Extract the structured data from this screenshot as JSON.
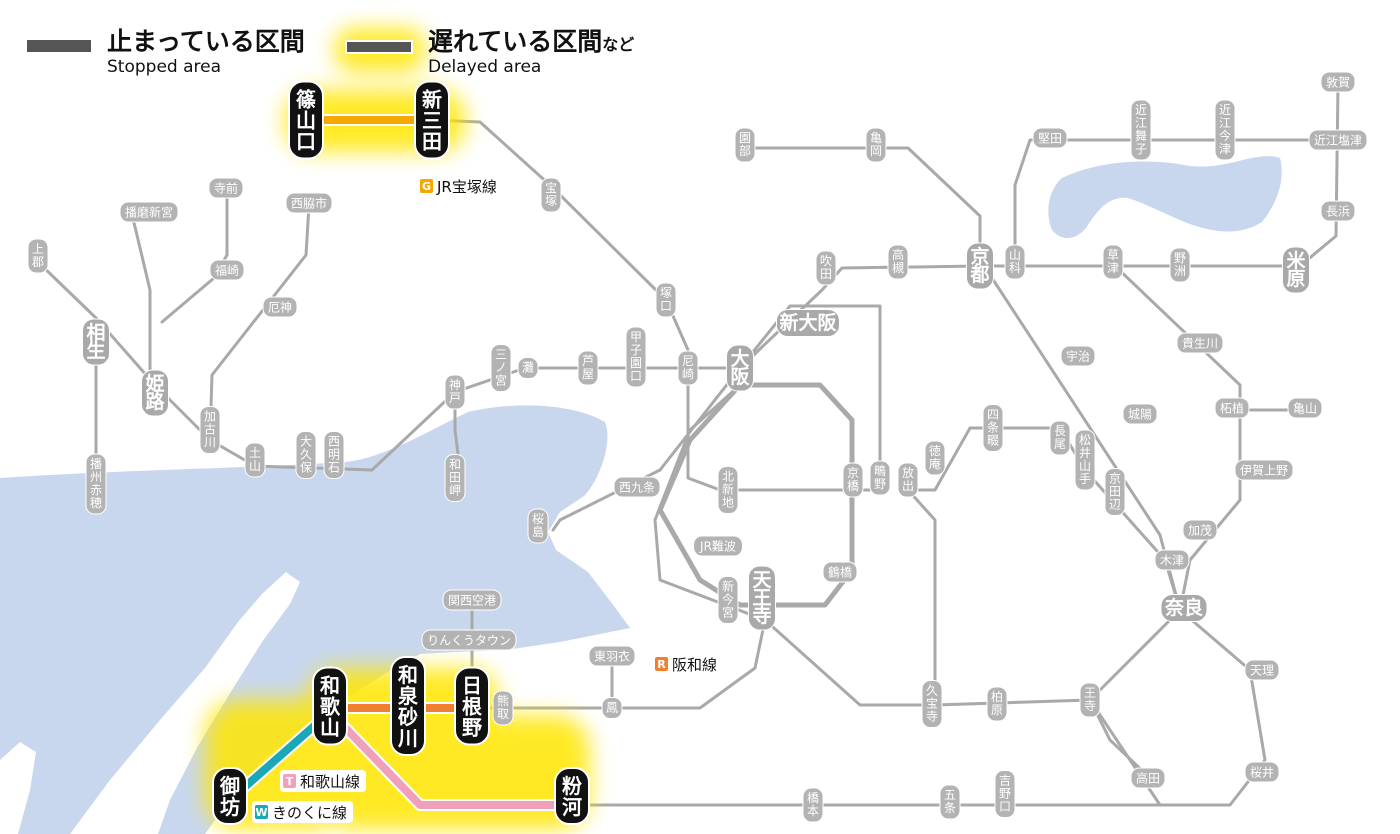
{
  "legend": {
    "stopped_title": "止まっている区間",
    "stopped_sub": "Stopped area",
    "delayed_title": "遅れている区間",
    "delayed_suffix": "など",
    "delayed_sub": "Delayed area"
  },
  "lines": [
    {
      "code": "G",
      "name": "JR宝塚線",
      "badge_color": "#f5a800"
    },
    {
      "code": "R",
      "name": "阪和線",
      "badge_color": "#f08030"
    },
    {
      "code": "T",
      "name": "和歌山線",
      "badge_color": "#f0a0b8"
    },
    {
      "code": "W",
      "name": "きのくに線",
      "badge_color": "#1aa8b8"
    }
  ],
  "highlighted_stations": [
    "篠山口",
    "新三田",
    "和歌山",
    "和泉砂川",
    "日根野",
    "御坊",
    "粉河"
  ],
  "stations": {
    "ueno": "上郡",
    "aioi": "相生",
    "harima_ako": "播州赤穂",
    "himeji": "姫路",
    "kakogawa": "加古川",
    "dobayama": "土山",
    "ookubo": "大久保",
    "nishiakashi": "西明石",
    "kobe": "神戸",
    "wadamisaki": "和田岬",
    "sannomiya": "三ノ宮",
    "nada": "灘",
    "ashiya": "芦屋",
    "koshienguchi": "甲子園口",
    "amagasaki": "尼崎",
    "osaka": "大阪",
    "tsukaguchi": "塚口",
    "takarazuka": "宝塚",
    "shinosaka": "新大阪",
    "suita": "吹田",
    "takatsuki": "高槻",
    "kyoto": "京都",
    "sonobe": "園部",
    "kameoka": "亀岡",
    "yamashina": "山科",
    "katata": "堅田",
    "omimaiko": "近江舞子",
    "omiimazu": "近江今津",
    "tsuruga": "敦賀",
    "omishiotsu": "近江塩津",
    "nagahama": "長浜",
    "maibara": "米原",
    "kusatsu": "草津",
    "yasu": "野洲",
    "kibukawa": "貴生川",
    "tsuge": "柘植",
    "kameyama": "亀山",
    "igaueno": "伊賀上野",
    "kamo": "加茂",
    "kizu": "木津",
    "nara": "奈良",
    "tenri": "天理",
    "sakurai": "桜井",
    "takada": "高田",
    "oji": "王寺",
    "kashiwara": "柏原",
    "kyuhoji": "久宝寺",
    "tennoji": "天王寺",
    "shinimamiya": "新今宮",
    "jrnamba": "JR難波",
    "tsuruhashi": "鶴橋",
    "kyobashi": "京橋",
    "kitashinchi": "北新地",
    "nishikujo": "西九条",
    "sakurajima": "桜島",
    "shigino": "鴫野",
    "hanaten": "放出",
    "tokuan": "徳庵",
    "shijonawate": "四条畷",
    "nagao": "長尾",
    "matsuiyamate": "松井山手",
    "kyotanabe": "京田辺",
    "uji": "宇治",
    "joyo": "城陽",
    "kansaiairport": "関西空港",
    "rinkutown": "りんくうタウン",
    "higashihagoromo": "東羽衣",
    "otori": "鳳",
    "kumatori": "熊取",
    "hashimoto": "橋本",
    "gojo": "五条",
    "yoshinoguchi": "吉野口",
    "teramae": "寺前",
    "harimashinmiya": "播磨新宮",
    "fukusaki": "福崎",
    "nishiwakishi": "西脇市",
    "yakujin": "厄神"
  }
}
